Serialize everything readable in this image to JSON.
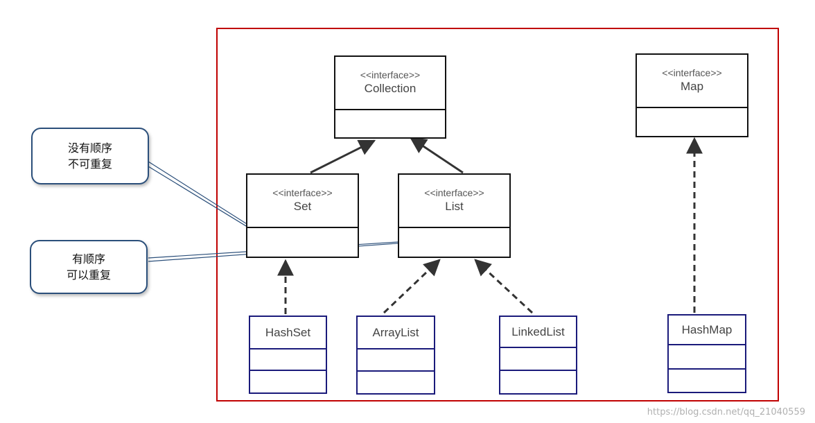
{
  "diagram": {
    "collection": {
      "stereotype": "<<interface>>",
      "name": "Collection"
    },
    "map": {
      "stereotype": "<<interface>>",
      "name": "Map"
    },
    "set": {
      "stereotype": "<<interface>>",
      "name": "Set"
    },
    "list": {
      "stereotype": "<<interface>>",
      "name": "List"
    },
    "hashset": {
      "name": "HashSet"
    },
    "arraylist": {
      "name": "ArrayList"
    },
    "linkedlist": {
      "name": "LinkedList"
    },
    "hashmap": {
      "name": "HashMap"
    }
  },
  "callouts": {
    "set_note": {
      "line1": "没有顺序",
      "line2": "不可重复"
    },
    "list_note": {
      "line1": "有顺序",
      "line2": "可以重复"
    }
  },
  "watermark": "https://blog.csdn.net/qq_21040559",
  "colors": {
    "frame": "#c00000",
    "impl_border": "#1a1a7a",
    "callout_border": "#2b4f7a"
  }
}
